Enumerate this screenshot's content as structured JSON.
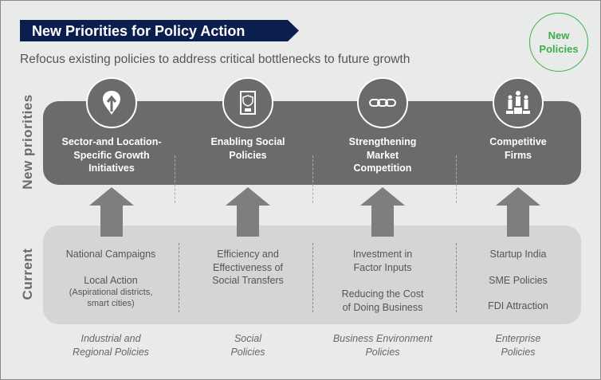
{
  "header": {
    "title": "New Priorities for Policy Action",
    "subtitle": "Refocus existing policies to address critical bottlenecks to future growth"
  },
  "badge": {
    "line1": "New",
    "line2": "Policies"
  },
  "row_labels": {
    "new": "New priorities",
    "current": "Current"
  },
  "colors": {
    "navy": "#0b1f4f",
    "green": "#3fae49",
    "dark": "#6b6b6d",
    "light": "#d4d5d6"
  },
  "columns": [
    {
      "icon": "location-arrow-icon",
      "priority": [
        "Sector-and Location-",
        "Specific Growth",
        "Initiatives"
      ],
      "current": [
        "National Campaigns",
        "Local Action"
      ],
      "current_note": [
        "(Aspirational districts,",
        "smart cities)"
      ],
      "category": [
        "Industrial and",
        "Regional Policies"
      ]
    },
    {
      "icon": "social-document-icon",
      "priority": [
        "Enabling Social",
        "Policies"
      ],
      "current": [
        "Efficiency and",
        "Effectiveness of",
        "Social Transfers"
      ],
      "category": [
        "Social",
        "Policies"
      ]
    },
    {
      "icon": "chain-link-icon",
      "priority": [
        "Strengthening",
        "Market",
        "Competition"
      ],
      "current": [
        "Investment in",
        "Factor Inputs",
        "Reducing the Cost",
        "of Doing Business"
      ],
      "category": [
        "Business Environment",
        "Policies"
      ]
    },
    {
      "icon": "podium-people-icon",
      "priority": [
        "Competitive",
        "Firms"
      ],
      "current": [
        "Startup India",
        "SME Policies",
        "FDI Attraction"
      ],
      "category": [
        "Enterprise",
        "Policies"
      ]
    }
  ]
}
